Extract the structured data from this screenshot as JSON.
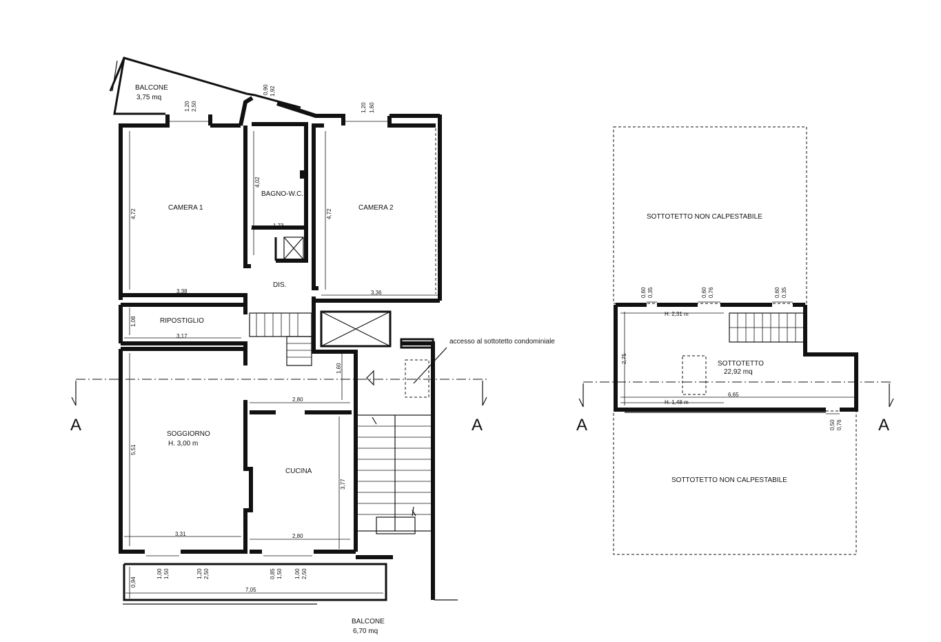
{
  "ground_floor": {
    "balcony_top": {
      "name": "BALCONE",
      "area": "3,75 mq"
    },
    "camera1": "CAMERA 1",
    "bagno": "BAGNO-W.C.",
    "camera2": "CAMERA 2",
    "dis": "DIS.",
    "ripostiglio": "RIPOSTIGLIO",
    "soggiorno": {
      "name": "SOGGIORNO",
      "height": "H. 3,00 m"
    },
    "cucina": "CUCINA",
    "balcony_bottom": {
      "name": "BALCONE",
      "area": "6,70 mq"
    },
    "access_note": "accesso al sottotetto condominiale"
  },
  "attic": {
    "non_walkable_top": "SOTTOTETTO NON CALPESTABILE",
    "sottotetto": {
      "name": "SOTTOTETTO",
      "area": "22,92 mq"
    },
    "non_walkable_bottom": "SOTTOTETTO NON CALPESTABILE",
    "h_top": "H. 2,31 m",
    "h_bottom": "H. 1,48 m"
  },
  "section_marks": [
    "A",
    "A",
    "A",
    "A"
  ],
  "dimensions": {
    "cam1_h": "4,72",
    "cam1_w": "3,38",
    "bagno_h": "4,02",
    "bagno_w": "1,73",
    "cam2_h": "4,72",
    "cam2_w": "3,36",
    "rip_h": "1,08",
    "rip_w": "3,17",
    "sog_h": "5,51",
    "sog_w": "3,31",
    "cuc_w_top": "2,80",
    "cuc_w_bot": "2,80",
    "cuc_h": "3,77",
    "pass_h": "1,60",
    "balc_h": "0,94",
    "balc_w": "7,05",
    "win_c1_a": "1,20",
    "win_c1_b": "2,50",
    "win_bagno_a": "0,90",
    "win_bagno_b": "1,92",
    "win_c2_a": "1,20",
    "win_c2_b": "1,60",
    "win_s1_a": "1,00",
    "win_s1_b": "1,50",
    "win_s2_a": "1,20",
    "win_s2_b": "2,50",
    "win_k1_a": "0,85",
    "win_k1_b": "1,50",
    "win_k2_a": "1,00",
    "win_k2_b": "2,50",
    "att_h": "2,75",
    "att_w": "6,65",
    "att_w1_a": "0,60",
    "att_w1_b": "0,35",
    "att_w2_a": "0,60",
    "att_w2_b": "0,76",
    "att_w3_a": "0,60",
    "att_w3_b": "0,35",
    "att_w4_a": "0,50",
    "att_w4_b": "0,76"
  }
}
